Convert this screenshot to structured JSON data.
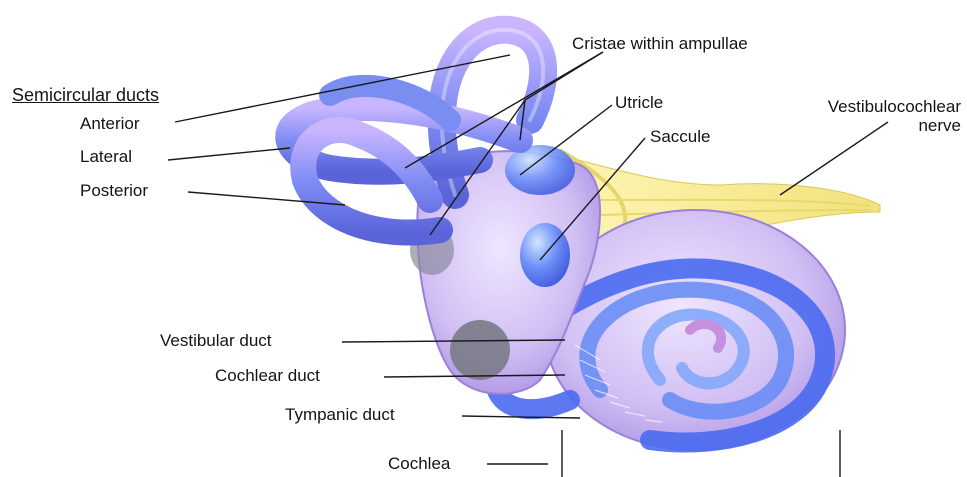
{
  "labels": {
    "semicircular_ducts": "Semicircular ducts",
    "anterior": "Anterior",
    "lateral": "Lateral",
    "posterior": "Posterior",
    "cristae": "Cristae within ampullae",
    "utricle": "Utricle",
    "saccule": "Saccule",
    "vestibulocochlear_line1": "Vestibulocochlear",
    "vestibulocochlear_line2": "nerve",
    "vestibular_duct": "Vestibular duct",
    "cochlear_duct": "Cochlear duct",
    "tympanic_duct": "Tympanic duct",
    "cochlea": "Cochlea"
  },
  "colors": {
    "membrane": "#b59be8",
    "duct_blue": "#4f6ff0",
    "nerve": "#f0e27a",
    "line": "#1a1a1a"
  }
}
